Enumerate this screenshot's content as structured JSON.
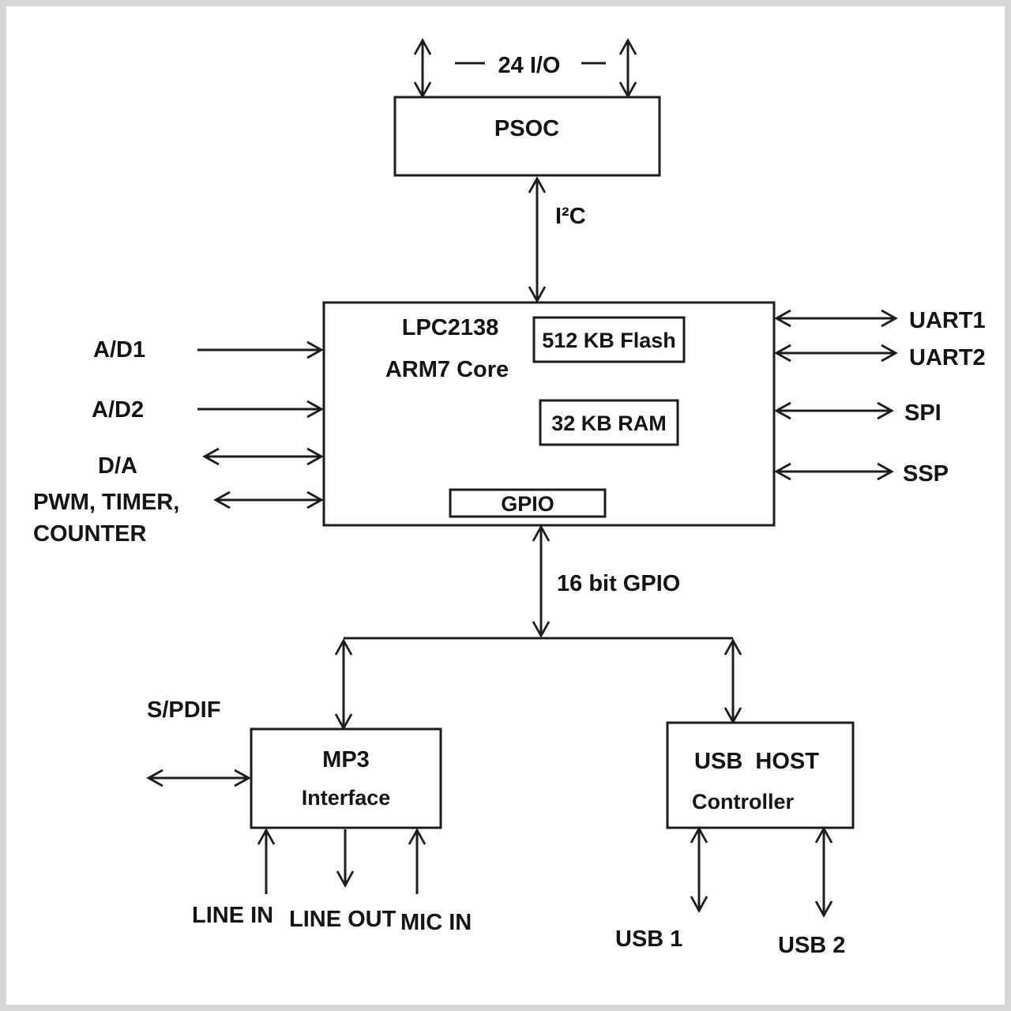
{
  "colors": {
    "line": "#1c1c1c",
    "background": "#ffffff",
    "frame": "#d8d8d8"
  },
  "diagram": {
    "psoc": {
      "label": "PSOC"
    },
    "top_bus": {
      "label": "24 I/O"
    },
    "i2c_bus": {
      "label": "I²C"
    },
    "mcu": {
      "title": "LPC2138",
      "subtitle": "ARM7 Core"
    },
    "flash": {
      "label": "512 KB Flash"
    },
    "ram": {
      "label": "32 KB RAM"
    },
    "gpio": {
      "label": "GPIO"
    },
    "left_ports": {
      "ad1": "A/D1",
      "ad2": "A/D2",
      "da": "D/A",
      "pwm_line1": "PWM, TIMER,",
      "pwm_line2": "COUNTER"
    },
    "right_ports": {
      "uart1": "UART1",
      "uart2": "UART2",
      "spi": "SPI",
      "ssp": "SSP"
    },
    "gpio_bus": {
      "label": "16 bit GPIO"
    },
    "mp3": {
      "title": "MP3",
      "subtitle": "Interface"
    },
    "spdif": {
      "label": "S/PDIF"
    },
    "audio_ports": {
      "line_in": "LINE IN",
      "line_out": "LINE OUT",
      "mic_in": "MIC IN"
    },
    "usb_host": {
      "title": "USB  HOST",
      "subtitle": "Controller"
    },
    "usb_ports": {
      "usb1": "USB 1",
      "usb2": "USB 2"
    }
  }
}
